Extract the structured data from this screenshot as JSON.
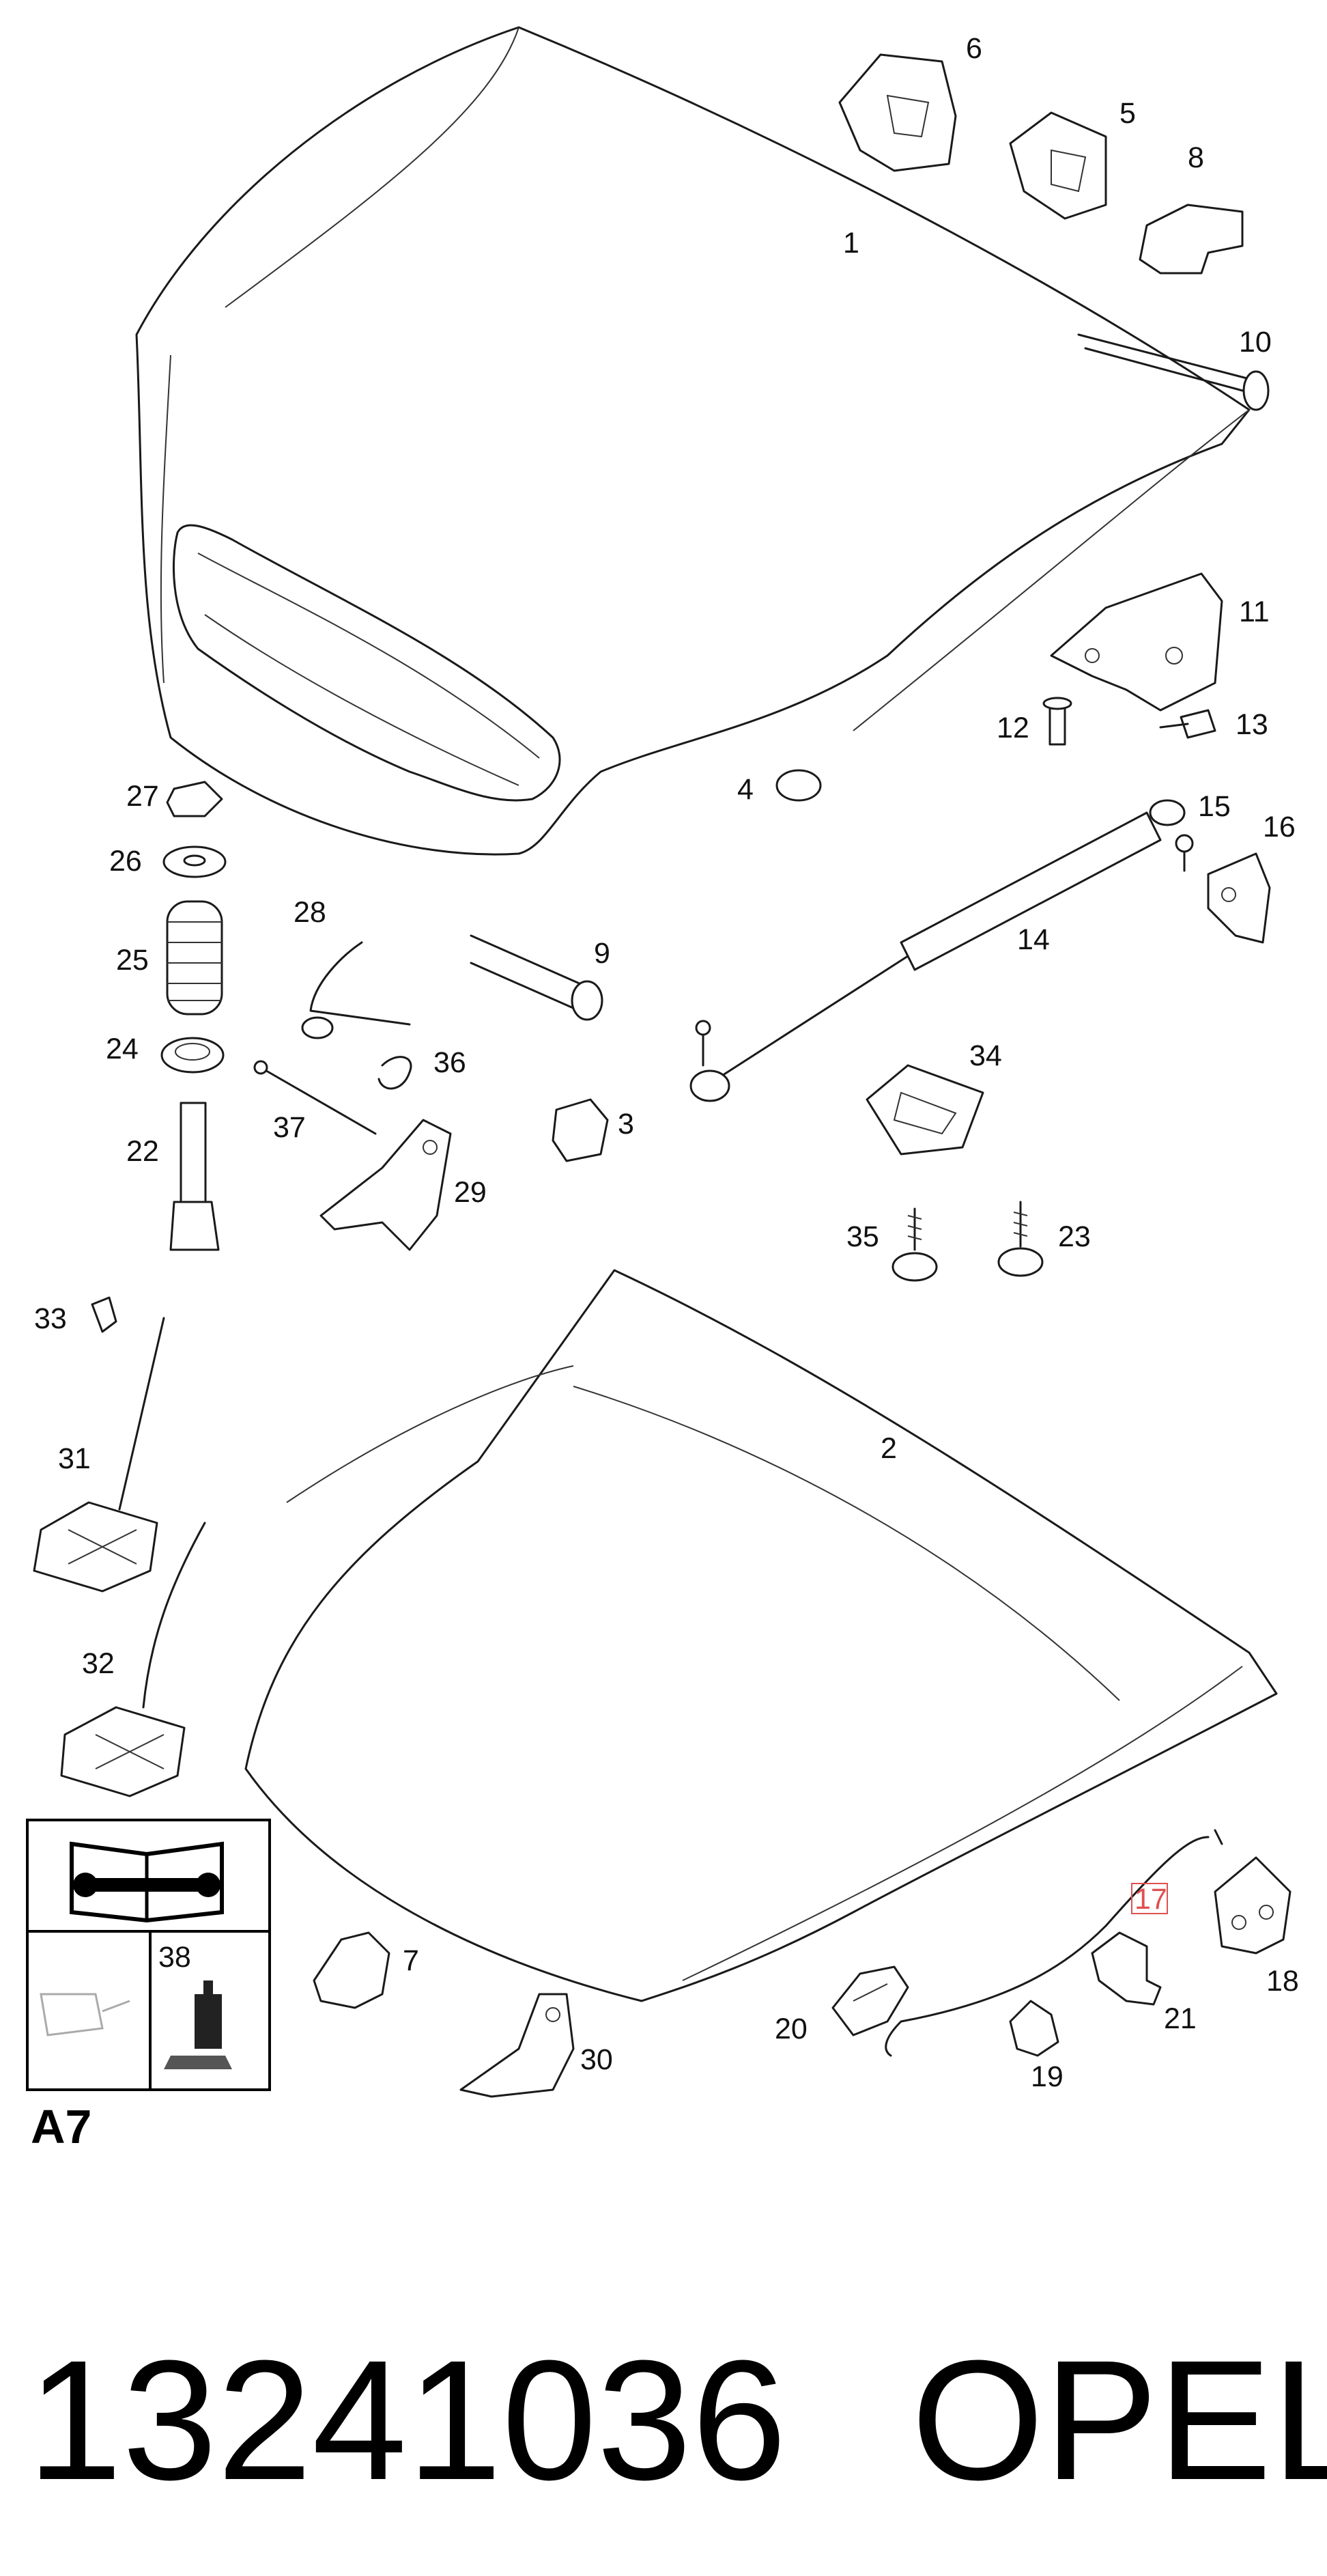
{
  "part_labels": {
    "hood_outer": "1",
    "hood_inner": "2",
    "stopper": "3",
    "grommet": "4",
    "clip_5": "5",
    "clip_6": "6",
    "bracket_7": "7",
    "clip_8": "8",
    "seal_9": "9",
    "seal_10": "10",
    "hinge": "11",
    "bolt_12": "12",
    "bolt_13": "13",
    "gas_strut": "14",
    "stud_15": "15",
    "bracket_16": "16",
    "prop_rod": "17",
    "bracket_18": "18",
    "clip_19": "19",
    "clip_20": "20",
    "clip_21": "21",
    "pin_22": "22",
    "screw_23": "23",
    "bushing_24": "24",
    "spring_25": "25",
    "washer_26": "26",
    "nut_27": "27",
    "spring_28": "28",
    "catch_29": "29",
    "catch_30": "30",
    "lock_31": "31",
    "lock_32": "32",
    "clip_33": "33",
    "clip_34": "34",
    "screw_35": "35",
    "spring_36": "36",
    "rod_37": "37",
    "grease_38": "38"
  },
  "section_code": "A7",
  "part_number": "13241036",
  "brand": "OPEL",
  "highlight_color": "#e05050",
  "icons": [
    "manual-book-wrench-icon",
    "oil-tank-icon",
    "grease-bottle-icon"
  ]
}
